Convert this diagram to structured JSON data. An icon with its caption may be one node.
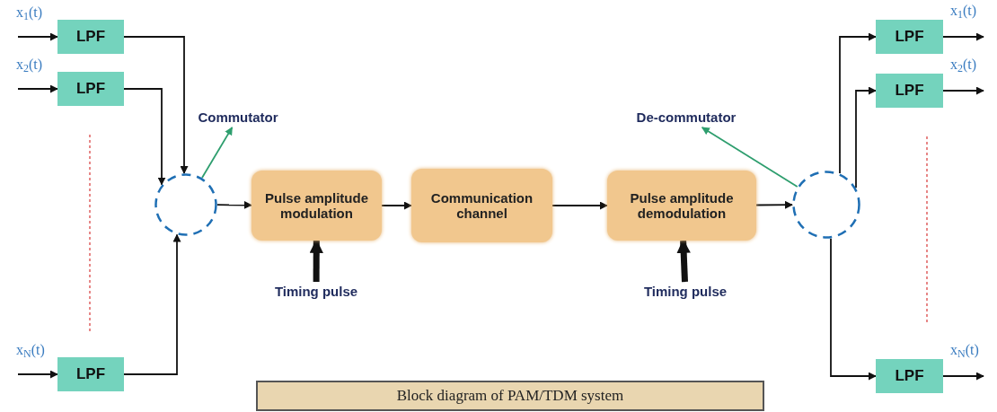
{
  "diagram": {
    "caption": "Block diagram of PAM/TDM system",
    "nodes": [
      {
        "text": [
          "LPF"
        ]
      },
      {
        "text": [
          "LPF"
        ]
      },
      {
        "text": [
          "LPF"
        ]
      },
      {
        "text": [],
        "shape": "circle"
      },
      {
        "text": [
          "Commutator"
        ]
      },
      {
        "text": [
          "Pulse amplitude modulation"
        ]
      },
      {
        "text": [
          "Communication channel"
        ]
      },
      {
        "text": [
          "Pulse amplitude demodulation"
        ]
      },
      {
        "text": [
          "Timing pulse"
        ]
      },
      {
        "text": [
          "Timing pulse"
        ]
      },
      {
        "text": [],
        "shape": "circle"
      },
      {
        "text": [
          "De-commutator"
        ]
      },
      {
        "text": [
          "LPF"
        ]
      },
      {
        "text": [
          "LPF"
        ]
      },
      {
        "text": [
          "LPF"
        ]
      },
      {
        "text": [
          "x$_{1}$(t)"
        ]
      },
      {
        "text": [
          "x$_{2}$(t)"
        ]
      },
      {
        "text": [
          "x$_{N}$(t)"
        ]
      },
      {
        "text": [
          "x$_{1}$(t)"
        ]
      },
      {
        "text": [
          "x$_{2}$(t)"
        ]
      },
      {
        "text": [
          "x$_{N}$(t)"
        ]
      }
    ],
    "edges": [
      {
        "from": 15,
        "to": 0,
        "arrow": "to"
      },
      {
        "from": 16,
        "to": 1,
        "arrow": "to"
      },
      {
        "from": 17,
        "to": 2,
        "arrow": "to"
      },
      {
        "from": 0,
        "to": 3,
        "arrow": "to"
      },
      {
        "from": 1,
        "to": 3,
        "arrow": "to"
      },
      {
        "from": 2,
        "to": 3,
        "arrow": "to"
      },
      {
        "from": 3,
        "to": 5,
        "arrow": "to"
      },
      {
        "from": 3,
        "to": 4,
        "arrow": "to",
        "color": "#2e9e6e"
      },
      {
        "from": 5,
        "to": 6,
        "arrow": "to"
      },
      {
        "from": 6,
        "to": 7,
        "arrow": "to"
      },
      {
        "from": 7,
        "to": 10,
        "arrow": "to"
      },
      {
        "from": 10,
        "to": 11,
        "arrow": "to",
        "color": "#2e9e6e"
      },
      {
        "from": 10,
        "to": 12,
        "arrow": "to"
      },
      {
        "from": 10,
        "to": 13,
        "arrow": "to"
      },
      {
        "from": 10,
        "to": 14,
        "arrow": "to"
      },
      {
        "from": 12,
        "to": 18,
        "arrow": "to"
      },
      {
        "from": 13,
        "to": 19,
        "arrow": "to"
      },
      {
        "from": 14,
        "to": 20,
        "arrow": "to"
      },
      {
        "from": 8,
        "to": 5,
        "arrow": "to",
        "style": "thick"
      },
      {
        "from": 9,
        "to": 7,
        "arrow": "to",
        "style": "thick"
      }
    ]
  }
}
